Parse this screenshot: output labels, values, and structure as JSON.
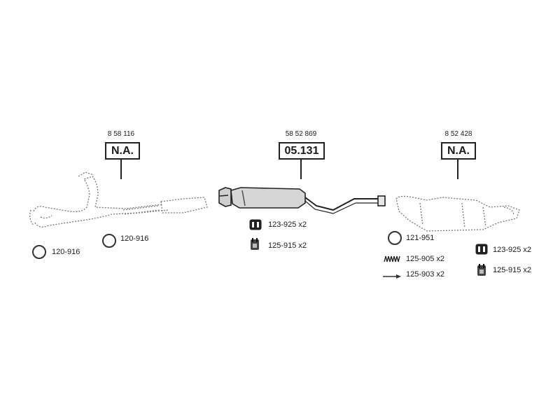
{
  "parts": [
    {
      "oe_number": "8 58 116",
      "code": "N.A."
    },
    {
      "oe_number": "58 52 869",
      "code": "05.131"
    },
    {
      "oe_number": "8 52 428",
      "code": "N.A."
    }
  ],
  "fittings": {
    "front": [
      {
        "icon": "ring-gasket-icon",
        "label": "120-916"
      },
      {
        "icon": "ring-gasket-icon",
        "label": "120-916"
      }
    ],
    "middle": [
      {
        "icon": "rubber-hanger-icon",
        "label": "123-925 x2"
      },
      {
        "icon": "clamp-icon",
        "label": "125-915 x2"
      }
    ],
    "rear": [
      {
        "icon": "ring-gasket-icon",
        "label": "121-951"
      },
      {
        "icon": "spring-icon",
        "label": "125-905 x2"
      },
      {
        "icon": "bolt-icon",
        "label": "125-903 x2"
      },
      {
        "icon": "rubber-hanger-icon",
        "label": "123-925 x2"
      },
      {
        "icon": "clamp-icon",
        "label": "125-915 x2"
      }
    ]
  }
}
